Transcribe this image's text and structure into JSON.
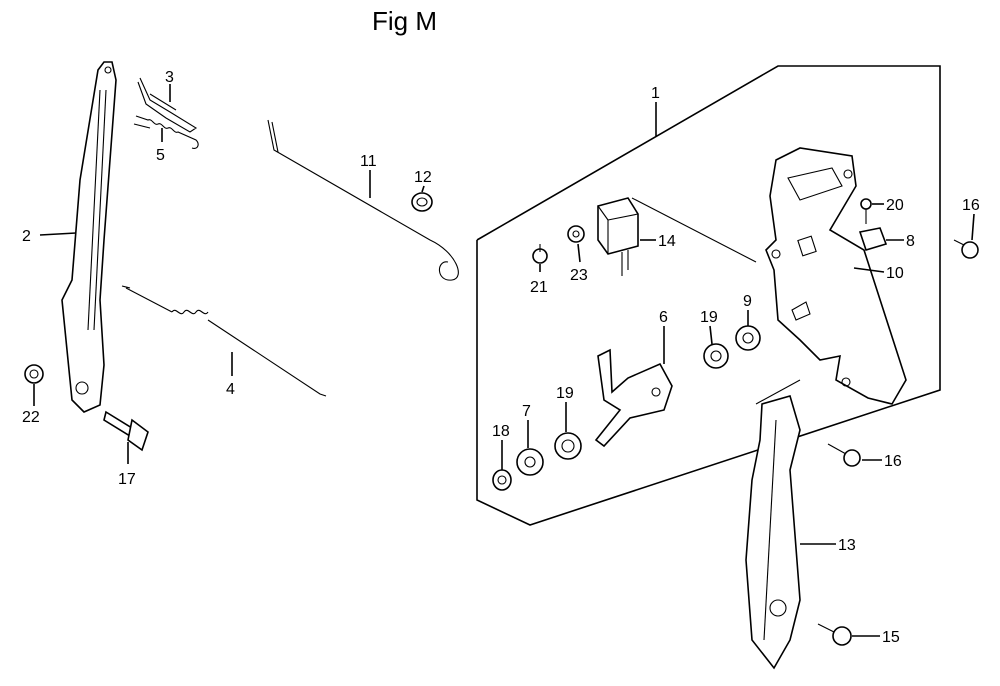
{
  "title": "Fig M",
  "callouts": {
    "c1": "1",
    "c2": "2",
    "c3": "3",
    "c4": "4",
    "c5": "5",
    "c6": "6",
    "c7": "7",
    "c8": "8",
    "c9": "9",
    "c10": "10",
    "c11": "11",
    "c12": "12",
    "c13": "13",
    "c14": "14",
    "c15": "15",
    "c16a": "16",
    "c16b": "16",
    "c17": "17",
    "c18": "18",
    "c19a": "19",
    "c19b": "19",
    "c20": "20",
    "c21": "21",
    "c22": "22",
    "c23": "23"
  }
}
